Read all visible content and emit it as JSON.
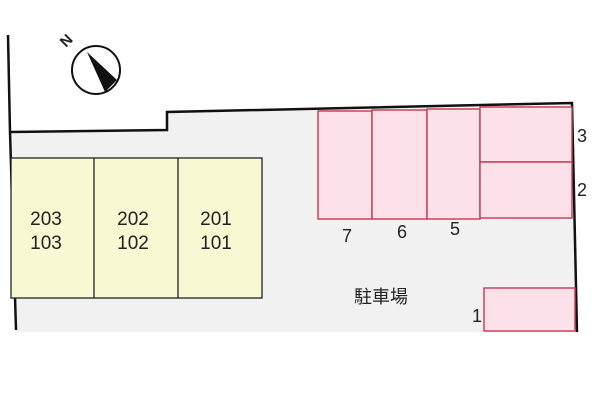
{
  "compass": {
    "label": "N",
    "icon": "north-arrow-icon"
  },
  "buildings": [
    {
      "upper": "203",
      "lower": "103"
    },
    {
      "upper": "202",
      "lower": "102"
    },
    {
      "upper": "201",
      "lower": "101"
    }
  ],
  "parking": {
    "label": "駐車場",
    "spots": [
      "1",
      "2",
      "3",
      "5",
      "6",
      "7"
    ]
  },
  "colors": {
    "ground": "#f1f1f1",
    "building": "#f8f8d2",
    "parking_fill": "#fde1ea",
    "parking_stroke": "#c43a50",
    "boundary": "#111111"
  }
}
